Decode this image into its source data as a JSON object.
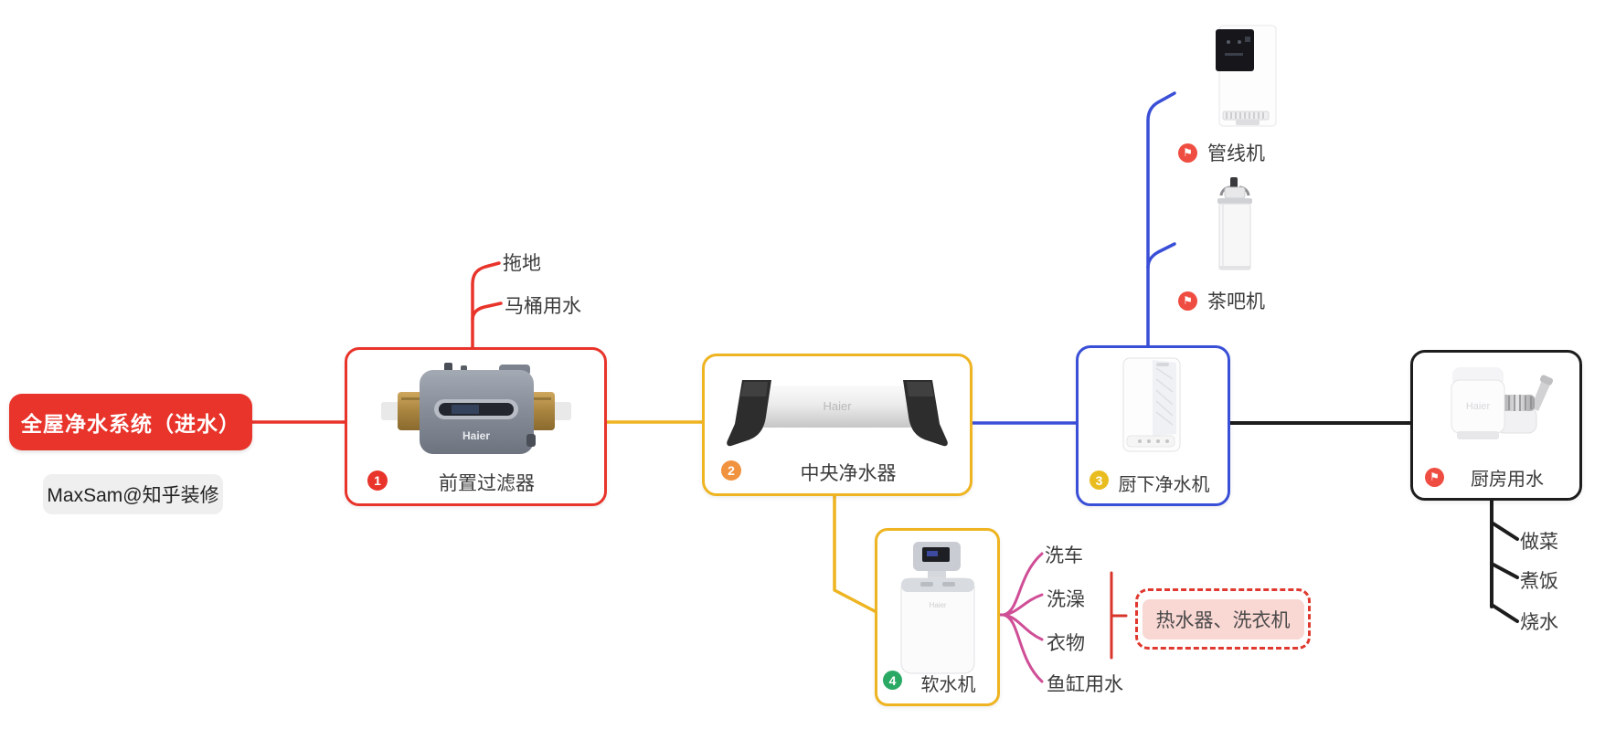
{
  "root": {
    "label": "全屋净水系统（进水）"
  },
  "watermark": {
    "label": "MaxSam@知乎装修"
  },
  "brand": "Haier",
  "nodes": {
    "prefilter": {
      "number": "1",
      "label": "前置过滤器"
    },
    "central": {
      "number": "2",
      "label": "中央净水器"
    },
    "undersink": {
      "number": "3",
      "label": "厨下净水机"
    },
    "softener": {
      "number": "4",
      "label": "软水机"
    },
    "kitchen": {
      "label": "厨房用水"
    }
  },
  "leaves": {
    "mopping": "拖地",
    "toilet": "马桶用水",
    "pipeline": "管线机",
    "teabar": "茶吧机",
    "cooking": "做菜",
    "rice": "煮饭",
    "boiling": "烧水",
    "carwash": "洗车",
    "bathing": "洗澡",
    "clothes": "衣物",
    "fishtank": "鱼缸用水",
    "summary": "热水器、洗衣机"
  },
  "colors": {
    "branch_red": "#e8342b",
    "branch_yellow": "#eeb421",
    "branch_blue": "#3a4fd7",
    "branch_black": "#1d1d1d",
    "branch_pink": "#cf4e96",
    "bracket_red": "#d8352b",
    "badge_red": "#e8342b",
    "badge_orange": "#f0923e",
    "badge_yellow": "#e9bc1f",
    "badge_green": "#2aa964",
    "flag_red": "#ef4d41",
    "summary_fill": "#f9d7d3",
    "root_fill": "#e8342b",
    "watermark_fill": "#efefef"
  }
}
